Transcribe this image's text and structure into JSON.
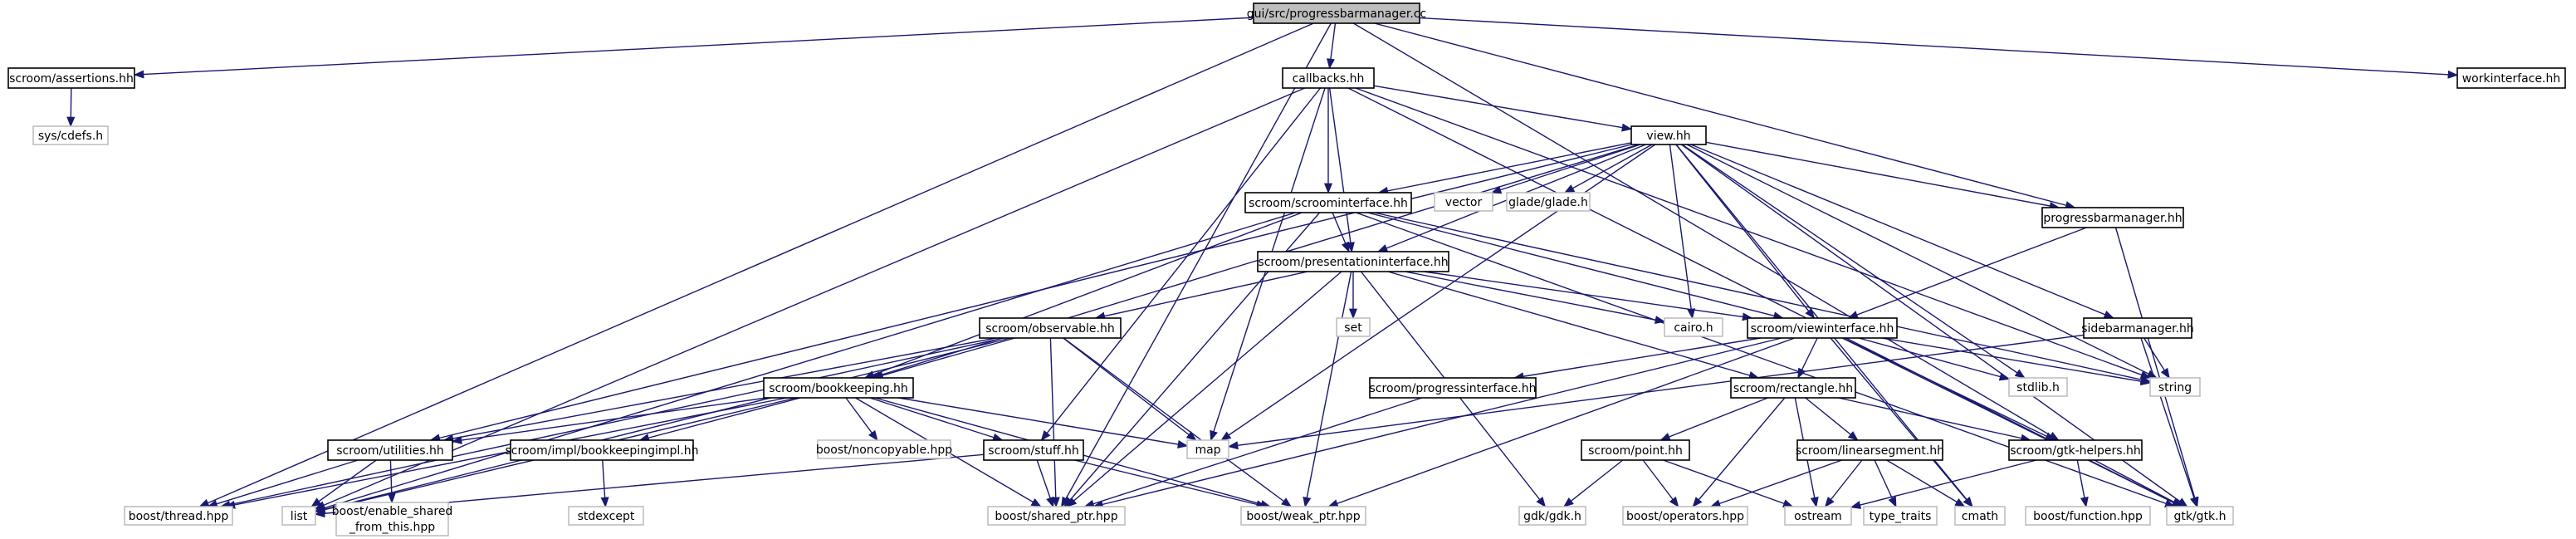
{
  "diagram": {
    "type": "include-dependency-graph",
    "edge_color": "#191970",
    "nodes": [
      {
        "id": "progressbarmanager_cc",
        "label": "gui/src/progressbarmanager.cc",
        "kind": "source"
      },
      {
        "id": "assertions",
        "label": "scroom/assertions.hh",
        "kind": "documented"
      },
      {
        "id": "cdefs",
        "label": "sys/cdefs.h",
        "kind": "external"
      },
      {
        "id": "callbacks",
        "label": "callbacks.hh",
        "kind": "documented"
      },
      {
        "id": "workinterface",
        "label": "workinterface.hh",
        "kind": "documented"
      },
      {
        "id": "view",
        "label": "view.hh",
        "kind": "documented"
      },
      {
        "id": "scroominterface",
        "label": "scroom/scroominterface.hh",
        "kind": "documented"
      },
      {
        "id": "vector",
        "label": "vector",
        "kind": "external"
      },
      {
        "id": "glade",
        "label": "glade/glade.h",
        "kind": "external"
      },
      {
        "id": "presentationinterface",
        "label": "scroom/presentationinterface.hh",
        "kind": "documented"
      },
      {
        "id": "progressbarmanager_hh",
        "label": "progressbarmanager.hh",
        "kind": "documented"
      },
      {
        "id": "observable",
        "label": "scroom/observable.hh",
        "kind": "documented"
      },
      {
        "id": "set",
        "label": "set",
        "kind": "external"
      },
      {
        "id": "cairo",
        "label": "cairo.h",
        "kind": "external"
      },
      {
        "id": "viewinterface",
        "label": "scroom/viewinterface.hh",
        "kind": "documented"
      },
      {
        "id": "sidebarmanager",
        "label": "sidebarmanager.hh",
        "kind": "documented"
      },
      {
        "id": "bookkeeping",
        "label": "scroom/bookkeeping.hh",
        "kind": "documented"
      },
      {
        "id": "progressinterface",
        "label": "scroom/progressinterface.hh",
        "kind": "documented"
      },
      {
        "id": "rectangle",
        "label": "scroom/rectangle.hh",
        "kind": "documented"
      },
      {
        "id": "stdlib",
        "label": "stdlib.h",
        "kind": "external"
      },
      {
        "id": "string",
        "label": "string",
        "kind": "external"
      },
      {
        "id": "utilities",
        "label": "scroom/utilities.hh",
        "kind": "documented"
      },
      {
        "id": "bookkeepingimpl",
        "label": "scroom/impl/bookkeepingimpl.hh",
        "kind": "documented"
      },
      {
        "id": "noncopyable",
        "label": "boost/noncopyable.hpp",
        "kind": "external"
      },
      {
        "id": "stuff",
        "label": "scroom/stuff.hh",
        "kind": "documented"
      },
      {
        "id": "map",
        "label": "map",
        "kind": "external"
      },
      {
        "id": "point",
        "label": "scroom/point.hh",
        "kind": "documented"
      },
      {
        "id": "linearsegment",
        "label": "scroom/linearsegment.hh",
        "kind": "documented"
      },
      {
        "id": "gtkhelpers",
        "label": "scroom/gtk-helpers.hh",
        "kind": "documented"
      },
      {
        "id": "thread",
        "label": "boost/thread.hpp",
        "kind": "external"
      },
      {
        "id": "list",
        "label": "list",
        "kind": "external"
      },
      {
        "id": "enable_shared_line1",
        "label": "boost/enable_shared",
        "kind": "external-part"
      },
      {
        "id": "enable_shared_line2",
        "label": "_from_this.hpp",
        "kind": "external-part"
      },
      {
        "id": "stdexcept",
        "label": "stdexcept",
        "kind": "external"
      },
      {
        "id": "shared_ptr",
        "label": "boost/shared_ptr.hpp",
        "kind": "external"
      },
      {
        "id": "weak_ptr",
        "label": "boost/weak_ptr.hpp",
        "kind": "external"
      },
      {
        "id": "gdk",
        "label": "gdk/gdk.h",
        "kind": "external"
      },
      {
        "id": "operators",
        "label": "boost/operators.hpp",
        "kind": "external"
      },
      {
        "id": "ostream",
        "label": "ostream",
        "kind": "external"
      },
      {
        "id": "type_traits",
        "label": "type_traits",
        "kind": "external"
      },
      {
        "id": "cmath",
        "label": "cmath",
        "kind": "external"
      },
      {
        "id": "function",
        "label": "boost/function.hpp",
        "kind": "external"
      },
      {
        "id": "gtk",
        "label": "gtk/gtk.h",
        "kind": "external"
      }
    ],
    "edges": [
      [
        "progressbarmanager_cc",
        "assertions"
      ],
      [
        "progressbarmanager_cc",
        "callbacks"
      ],
      [
        "progressbarmanager_cc",
        "workinterface"
      ],
      [
        "progressbarmanager_cc",
        "thread"
      ],
      [
        "progressbarmanager_cc",
        "shared_ptr"
      ],
      [
        "progressbarmanager_cc",
        "progressbarmanager_hh"
      ],
      [
        "progressbarmanager_cc",
        "gtkhelpers"
      ],
      [
        "assertions",
        "cdefs"
      ],
      [
        "callbacks",
        "view"
      ],
      [
        "callbacks",
        "scroominterface"
      ],
      [
        "callbacks",
        "presentationinterface"
      ],
      [
        "callbacks",
        "map"
      ],
      [
        "callbacks",
        "list"
      ],
      [
        "callbacks",
        "string"
      ],
      [
        "callbacks",
        "gtk"
      ],
      [
        "callbacks",
        "stuff"
      ],
      [
        "view",
        "scroominterface"
      ],
      [
        "view",
        "vector"
      ],
      [
        "view",
        "glade"
      ],
      [
        "view",
        "presentationinterface"
      ],
      [
        "view",
        "progressbarmanager_hh"
      ],
      [
        "view",
        "sidebarmanager"
      ],
      [
        "view",
        "viewinterface"
      ],
      [
        "view",
        "cairo"
      ],
      [
        "view",
        "stdlib"
      ],
      [
        "view",
        "string"
      ],
      [
        "view",
        "gtk"
      ],
      [
        "view",
        "utilities"
      ],
      [
        "view",
        "map"
      ],
      [
        "view",
        "bookkeeping"
      ],
      [
        "view",
        "cmath"
      ],
      [
        "scroominterface",
        "presentationinterface"
      ],
      [
        "scroominterface",
        "viewinterface"
      ],
      [
        "scroominterface",
        "bookkeeping"
      ],
      [
        "scroominterface",
        "list"
      ],
      [
        "scroominterface",
        "shared_ptr"
      ],
      [
        "scroominterface",
        "string"
      ],
      [
        "scroominterface",
        "gtk"
      ],
      [
        "presentationinterface",
        "observable"
      ],
      [
        "presentationinterface",
        "set"
      ],
      [
        "presentationinterface",
        "cairo"
      ],
      [
        "presentationinterface",
        "viewinterface"
      ],
      [
        "presentationinterface",
        "rectangle"
      ],
      [
        "presentationinterface",
        "gdk"
      ],
      [
        "presentationinterface",
        "shared_ptr"
      ],
      [
        "presentationinterface",
        "weak_ptr"
      ],
      [
        "progressbarmanager_hh",
        "viewinterface"
      ],
      [
        "progressbarmanager_hh",
        "gtk"
      ],
      [
        "sidebarmanager",
        "string"
      ],
      [
        "sidebarmanager",
        "gtk"
      ],
      [
        "sidebarmanager",
        "map"
      ],
      [
        "observable",
        "bookkeeping"
      ],
      [
        "observable",
        "utilities"
      ],
      [
        "observable",
        "map"
      ],
      [
        "observable",
        "list"
      ],
      [
        "observable",
        "shared_ptr"
      ],
      [
        "observable",
        "weak_ptr"
      ],
      [
        "observable",
        "thread"
      ],
      [
        "viewinterface",
        "progressinterface"
      ],
      [
        "viewinterface",
        "rectangle"
      ],
      [
        "viewinterface",
        "stdlib"
      ],
      [
        "viewinterface",
        "string"
      ],
      [
        "viewinterface",
        "gtk"
      ],
      [
        "viewinterface",
        "gtkhelpers"
      ],
      [
        "viewinterface",
        "cmath"
      ],
      [
        "viewinterface",
        "shared_ptr"
      ],
      [
        "viewinterface",
        "weak_ptr"
      ],
      [
        "bookkeeping",
        "utilities"
      ],
      [
        "bookkeeping",
        "bookkeepingimpl"
      ],
      [
        "bookkeeping",
        "noncopyable"
      ],
      [
        "bookkeeping",
        "stuff"
      ],
      [
        "bookkeeping",
        "map"
      ],
      [
        "bookkeeping",
        "list"
      ],
      [
        "bookkeeping",
        "shared_ptr"
      ],
      [
        "bookkeeping",
        "weak_ptr"
      ],
      [
        "bookkeeping",
        "thread"
      ],
      [
        "progressinterface",
        "shared_ptr"
      ],
      [
        "rectangle",
        "point"
      ],
      [
        "rectangle",
        "linearsegment"
      ],
      [
        "rectangle",
        "gtkhelpers"
      ],
      [
        "rectangle",
        "operators"
      ],
      [
        "rectangle",
        "ostream"
      ],
      [
        "utilities",
        "thread"
      ],
      [
        "utilities",
        "list"
      ],
      [
        "utilities",
        "enable_shared_line1"
      ],
      [
        "bookkeepingimpl",
        "stdexcept"
      ],
      [
        "stuff",
        "list"
      ],
      [
        "stuff",
        "shared_ptr"
      ],
      [
        "stuff",
        "weak_ptr"
      ],
      [
        "point",
        "gdk"
      ],
      [
        "point",
        "operators"
      ],
      [
        "point",
        "ostream"
      ],
      [
        "linearsegment",
        "operators"
      ],
      [
        "linearsegment",
        "ostream"
      ],
      [
        "linearsegment",
        "type_traits"
      ],
      [
        "linearsegment",
        "cmath"
      ],
      [
        "gtkhelpers",
        "ostream"
      ],
      [
        "gtkhelpers",
        "function"
      ],
      [
        "gtkhelpers",
        "gtk"
      ]
    ]
  }
}
